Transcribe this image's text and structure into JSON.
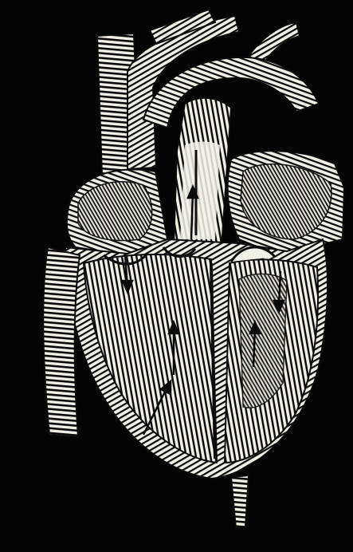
{
  "image": {
    "subject": "heart-engraving",
    "background_color": "#040404",
    "ink_color": "#f2efe6",
    "stroke_color": "#0a0a0a"
  },
  "parts": [
    "superior-vena-cava",
    "aortic-arch",
    "pulmonary-artery",
    "left-atrium",
    "right-atrium",
    "right-ventricle",
    "left-ventricle",
    "inferior-vena-cava",
    "descending-aorta"
  ]
}
